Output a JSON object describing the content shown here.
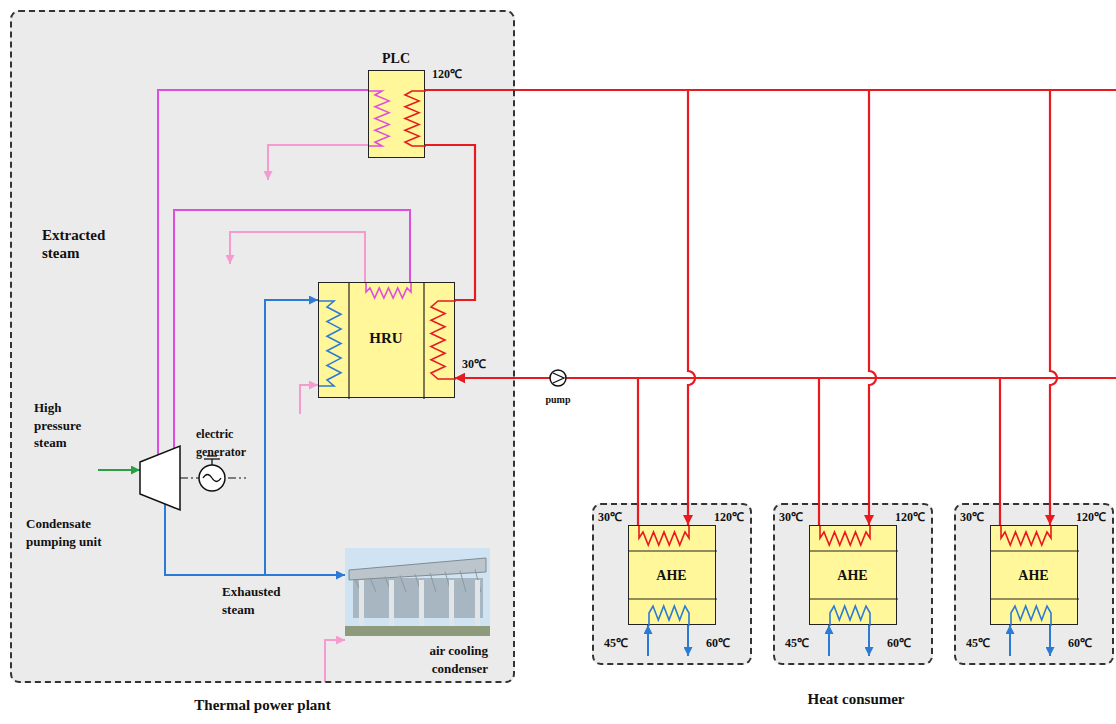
{
  "diagram": {
    "nodes": [
      {
        "text": [
          "Thermal power plant"
        ]
      },
      {
        "text": [
          "PLC"
        ],
        "in": 0
      },
      {
        "text": [
          "HRU"
        ],
        "in": 0
      },
      {
        "text": [
          "air cooling condenser"
        ],
        "in": 0
      },
      {
        "text": [
          "30℃",
          "120℃",
          "45℃",
          "60℃"
        ]
      },
      {
        "text": [
          "AHE"
        ],
        "in": 4
      },
      {
        "text": [
          "30℃",
          "120℃",
          "45℃",
          "60℃"
        ]
      },
      {
        "text": [
          "AHE"
        ],
        "in": 6
      },
      {
        "text": [
          "30℃",
          "120℃",
          "45℃",
          "60℃"
        ]
      },
      {
        "text": [
          "AHE"
        ],
        "in": 8
      }
    ],
    "edges": [
      {
        "from": 2,
        "to": 1,
        "arrow": "none"
      },
      {
        "from": 1,
        "to": 5,
        "arrow": "to"
      },
      {
        "from": 1,
        "to": 7,
        "arrow": "to"
      },
      {
        "from": 1,
        "to": 9,
        "arrow": "to"
      },
      {
        "from": 5,
        "to": 2,
        "arrow": "to"
      },
      {
        "from": 7,
        "to": 2,
        "arrow": "to"
      },
      {
        "from": 9,
        "to": 2,
        "arrow": "to"
      }
    ],
    "labels": [
      "120℃",
      "Extracted steam",
      "30℃",
      "High pressure steam",
      "electric generator",
      "Condensate pumping unit",
      "Exhausted steam",
      "pump",
      "Heat consumer"
    ]
  }
}
